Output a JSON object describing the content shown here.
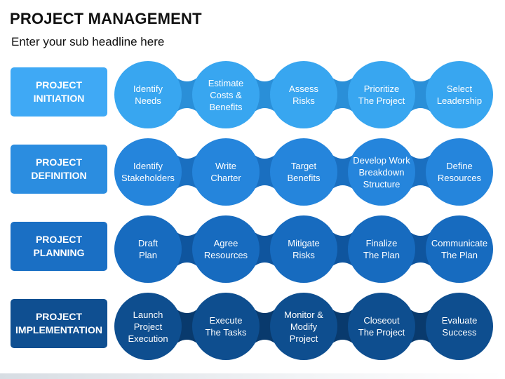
{
  "header": {
    "title": "PROJECT MANAGEMENT",
    "subtitle": "Enter your sub headline here"
  },
  "rows": [
    {
      "label_line1": "PROJECT",
      "label_line2": "INITIATION",
      "label_color": "#3fa9f5",
      "circle_color": "#38a6f0",
      "link_color": "#2a8fd8",
      "steps": [
        "Identify\nNeeds",
        "Estimate\nCosts &\nBenefits",
        "Assess\nRisks",
        "Prioritize\nThe Project",
        "Select\nLeadership"
      ]
    },
    {
      "label_line1": "PROJECT",
      "label_line2": "DEFINITION",
      "label_color": "#2b8de0",
      "circle_color": "#2585dc",
      "link_color": "#1a6fc0",
      "steps": [
        "Identify\nStakeholders",
        "Write\nCharter",
        "Target\nBenefits",
        "Develop Work\nBreakdown\nStructure",
        "Define\nResources"
      ]
    },
    {
      "label_line1": "PROJECT",
      "label_line2": "PLANNING",
      "label_color": "#1a6fc4",
      "circle_color": "#176bbf",
      "link_color": "#0f559e",
      "steps": [
        "Draft\nPlan",
        "Agree\nResources",
        "Mitigate\nRisks",
        "Finalize\nThe Plan",
        "Communicate\nThe Plan"
      ]
    },
    {
      "label_line1": "PROJECT",
      "label_line2": "IMPLEMENTATION",
      "label_color": "#0f4f91",
      "circle_color": "#0e4e8f",
      "link_color": "#093a6d",
      "steps": [
        "Launch\nProject\nExecution",
        "Execute\nThe Tasks",
        "Monitor &\nModify\nProject",
        "Closeout\nThe Project",
        "Evaluate\nSuccess"
      ]
    }
  ]
}
